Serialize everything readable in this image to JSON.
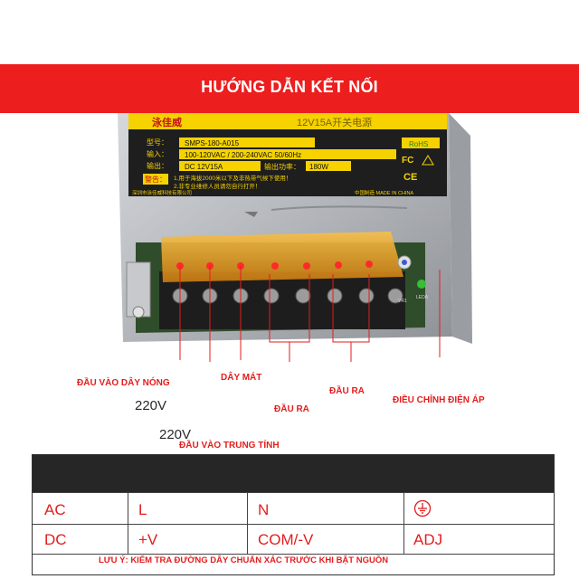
{
  "header": {
    "title": "HƯỚNG DẪN KẾT NỐI"
  },
  "device": {
    "brand": "泳佳威",
    "top_label": "12V15A开关电源",
    "rows": [
      {
        "key": "型号：",
        "value": "SMPS-180-A015"
      },
      {
        "key": "输入：",
        "value": "100-120VAC / 200-240VAC 50/60Hz"
      },
      {
        "key": "输出：",
        "value": "DC 12V15A",
        "key2": "输出功率：",
        "value2": "180W"
      }
    ],
    "warning_label": "警告：",
    "warnings": [
      "1.用于海拔2000米以下及非热带气候下使用！",
      "2.非专业维修人员请勿自行打开！"
    ],
    "manufacturer": "深圳市泳佳威科技有限公司",
    "made_in": "中国制造 MADE IN CHINA",
    "rohs": "RoHS",
    "fc": "FC",
    "ce": "CE",
    "vr_label": "VR1",
    "led_label": "LEDA"
  },
  "annotations": {
    "live_input": "ĐẦU VÀO DÂY NÓNG",
    "ground": "DÂY MÁT",
    "output_1": "ĐẦU RA",
    "output_2": "ĐẦU RA",
    "voltage_adjust": "ĐIỀU CHỈNH ĐIỆN ÁP",
    "neutral_input": "ĐẦU VÀO TRUNG TÍNH",
    "voltage_1": "220V",
    "voltage_2": "220V"
  },
  "table": {
    "rows": [
      [
        "AC",
        "L",
        "N",
        ""
      ],
      [
        "DC",
        "+V",
        "COM/-V",
        "ADJ"
      ]
    ],
    "ground_icon": "ground-symbol-icon",
    "note": "LƯU Ý: KIỂM TRA ĐƯỜNG DÂY CHUẨN XÁC TRƯỚC KHI BẬT NGUỒN"
  },
  "colors": {
    "accent": "#ec1e1e",
    "label_text": "#e31d1d",
    "label_bg": "#f5d200",
    "terminal": "#e6a41c",
    "table_header": "#262626"
  }
}
